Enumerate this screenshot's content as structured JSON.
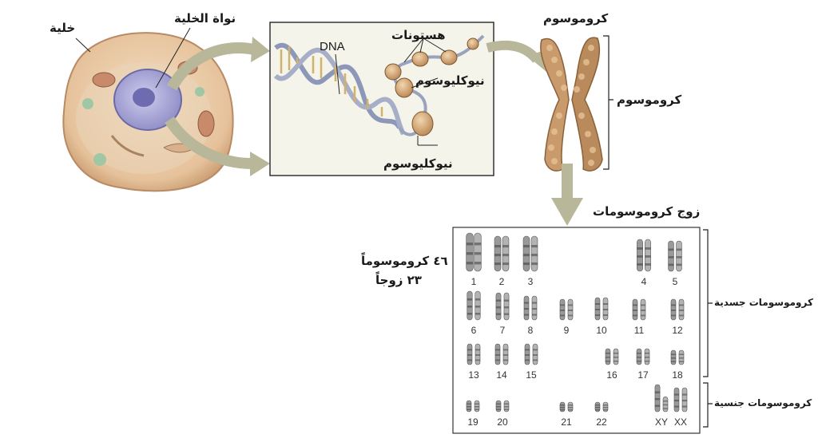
{
  "labels": {
    "cell": "خلية",
    "nucleus": "نواة الخلية",
    "dna": "DNA",
    "histones": "هستونات",
    "nucleosome_a": "نيوكليوسوم",
    "nucleosome_b": "نيوكليوسوم",
    "chromosome_top": "كروموسوم",
    "chromosome_side": "كروموسوم",
    "pair": "زوج كروموسومات",
    "count_46": "٤٦ كروموسوماً",
    "count_23": "٢٣ زوجاً",
    "autosomes": "كروموسومات جسدية",
    "sex_chromosomes": "كروموسومات جنسية"
  },
  "karyotype": {
    "numbers": [
      "1",
      "2",
      "3",
      "4",
      "5",
      "6",
      "7",
      "8",
      "9",
      "10",
      "11",
      "12",
      "13",
      "14",
      "15",
      "16",
      "17",
      "18",
      "19",
      "20",
      "21",
      "22",
      "XY",
      "XX"
    ]
  },
  "colors": {
    "cell_fill": "#e9c9a4",
    "cell_edge": "#b98a63",
    "nucleus": "#a9a7d6",
    "box_fill": "#f5f4ea",
    "arrow": "#b9b79a",
    "chromosome": "#c99a6b",
    "histone": "#d9ae7d"
  }
}
